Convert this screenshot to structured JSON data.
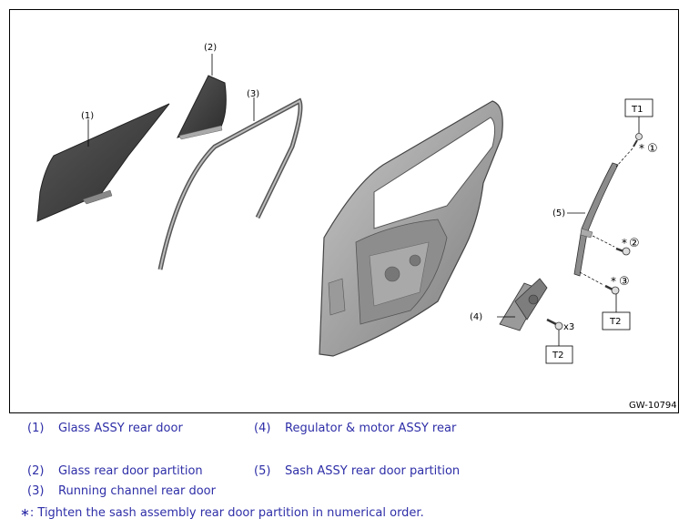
{
  "figure": {
    "figure_id": "GW-10794",
    "callouts": {
      "c1": "(1)",
      "c2": "(2)",
      "c3": "(3)",
      "c4": "(4)",
      "c5": "(5)"
    },
    "torque_labels": {
      "t1": "T1",
      "t2a": "T2",
      "t2b": "T2"
    },
    "bolt_qty": "x3",
    "order_marks": {
      "m1": "①",
      "m2": "②",
      "m3": "③",
      "asterisk": "*"
    }
  },
  "legend": {
    "items": [
      {
        "num": "(1)",
        "text": "Glass ASSY rear door"
      },
      {
        "num": "(4)",
        "text": "Regulator & motor ASSY rear"
      },
      {
        "num": "(2)",
        "text": "Glass rear door partition"
      },
      {
        "num": "(5)",
        "text": "Sash ASSY rear door partition"
      },
      {
        "num": "(3)",
        "text": "Running channel rear door"
      }
    ],
    "note": "∗: Tighten the sash assembly rear door partition in numerical order."
  }
}
